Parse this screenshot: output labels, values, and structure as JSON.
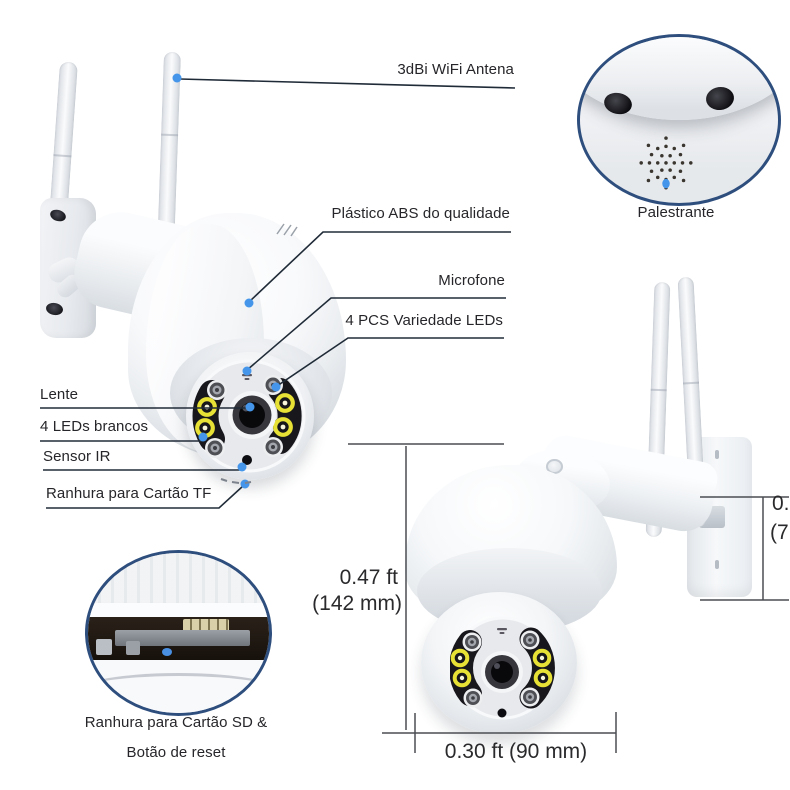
{
  "labels": {
    "antenna": "3dBi WiFi Antena",
    "abs_plastic": "Plástico ABS do qualidade",
    "microphone": "Microfone",
    "variety_leds": "4 PCS Variedade LEDs",
    "lens": "Lente",
    "white_leds": "4 LEDs brancos",
    "ir_sensor": "Sensor IR",
    "tf_slot": "Ranhura para Cartão TF",
    "speaker": "Palestrante",
    "sd_slot_line1": "Ranhura para Cartão SD &",
    "sd_slot_line2": "Botão de reset"
  },
  "dimensions": {
    "height_ft": "0.47 ft",
    "height_mm": "(142 mm)",
    "width": "0.30 ft (90 mm)",
    "depth_ft_partial": "0.",
    "depth_mm_partial": "(7"
  },
  "colors": {
    "marker_dot": "#4596ea",
    "leader_line": "#202b38",
    "dimension_line": "#4a4d52",
    "inset_ring": "#2e4e7e",
    "led_yellow": "#e7e135",
    "face_plate": "#18171c",
    "text": "#26262a"
  }
}
